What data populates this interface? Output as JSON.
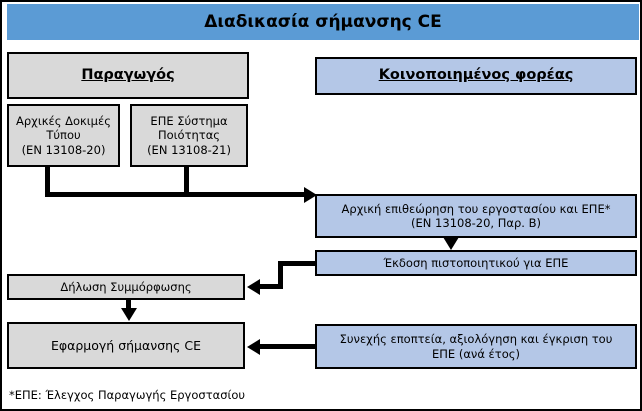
{
  "title": "Διαδικασία σήμανσης CE",
  "columns": {
    "manufacturer": "Παραγωγός",
    "notified_body": "Κοινοποιημένος φορέας "
  },
  "boxes": {
    "initial_type_testing": "Αρχικές Δοκιμές Τύπου (EN 13108-20)",
    "initial_type_testing_lines": [
      "Αρχικές Δοκιμές",
      "Τύπου",
      "(EN 13108-20)"
    ],
    "fpc_quality_system": "ΕΠΕ Σύστημα Ποιότητας (EN 13108-21)",
    "fpc_quality_system_lines": [
      "ΕΠΕ Σύστημα",
      "Ποιότητας",
      "(EN 13108-21)"
    ],
    "initial_inspection": "Αρχική επιθεώρηση του εργοστασίου και ΕΠΕ* (EN 13108-20, Παρ. Β)",
    "initial_inspection_lines": [
      "Αρχική επιθεώρηση του εργοστασίου και ΕΠΕ*",
      "(EN 13108-20, Παρ. Β)"
    ],
    "certificate_issue": "Έκδοση πιστοποιητικού για ΕΠΕ",
    "declaration_of_conformity": "Δήλωση Συμμόρφωσης",
    "ce_marking": "Εφαρμογή σήμανσης CE",
    "surveillance": "Συνεχής εποπτεία, αξιολόγηση και έγκριση του ΕΠΕ (ανά έτος)",
    "surveillance_lines": [
      "Συνεχής εποπτεία, αξιολόγηση και έγκριση του",
      "ΕΠΕ (ανά έτος)"
    ]
  },
  "footnote": "*ΕΠΕ: Έλεγχος Παραγωγής Εργοστασίου",
  "colors": {
    "title_band": "#5b9bd5",
    "manufacturer_fill": "#d9d9d9",
    "notified_fill": "#b4c7e7",
    "border": "#000000"
  }
}
